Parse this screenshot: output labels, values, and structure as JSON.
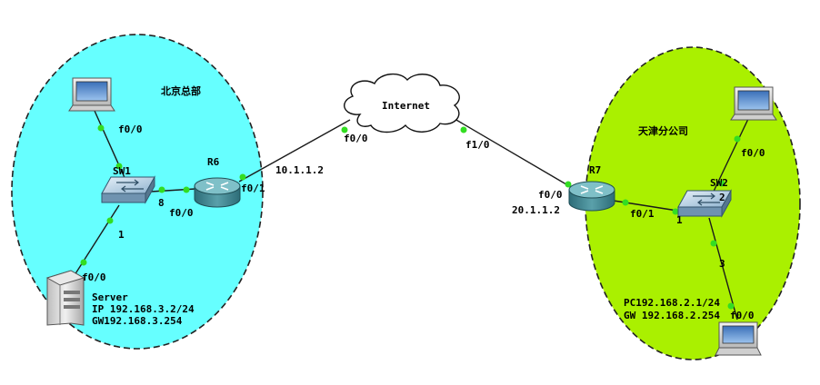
{
  "zones": {
    "beijing": {
      "title": "北京总部",
      "color": "#66ffff"
    },
    "tianjin": {
      "title": "天津分公司",
      "color": "#aaf000"
    }
  },
  "cloud": {
    "label": "Internet"
  },
  "devices": {
    "sw1": "SW1",
    "sw2": "SW2",
    "r6": "R6",
    "r7": "R7"
  },
  "ports": {
    "pc1_sw1": "f0/0",
    "sw1_server": "1",
    "server_port": "f0/0",
    "sw1_r6_sw": "8",
    "sw1_r6_r6": "f0/0",
    "r6_internet": "f0/1",
    "internet_r6": "f0/0",
    "internet_r7": "f1/0",
    "r7_internet": "f0/0",
    "r7_sw2_r7": "f0/1",
    "r7_sw2_sw": "1",
    "pc2_sw2_pc": "f0/0",
    "pc2_sw2_sw": "2",
    "sw2_pc3_sw": "3",
    "pc3_port": "f0/0"
  },
  "addresses": {
    "r6_wan": "10.1.1.2",
    "r7_wan": "20.1.1.2"
  },
  "server": {
    "name": "Server",
    "ip": "IP 192.168.3.2/24",
    "gw": "GW192.168.3.254"
  },
  "pc_tianjin": {
    "ip": "PC192.168.2.1/24",
    "gw": "GW 192.168.2.254"
  }
}
